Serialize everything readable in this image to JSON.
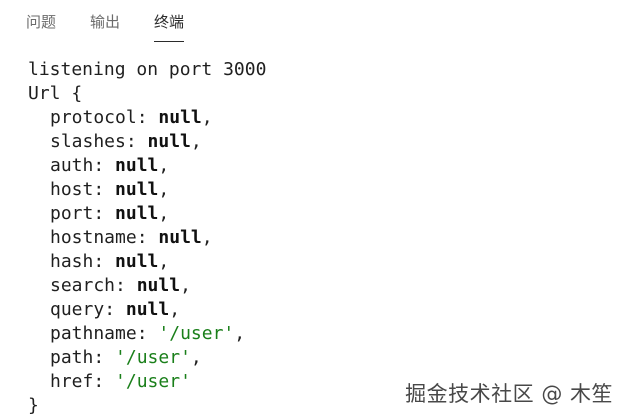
{
  "tabs": [
    {
      "label": "问题",
      "active": false
    },
    {
      "label": "输出",
      "active": false
    },
    {
      "label": "终端",
      "active": true
    }
  ],
  "terminal": {
    "line1": "listening on port 3000",
    "line2": "Url {",
    "fields": [
      {
        "key": "protocol",
        "value": "null",
        "kind": "keyword"
      },
      {
        "key": "slashes",
        "value": "null",
        "kind": "keyword"
      },
      {
        "key": "auth",
        "value": "null",
        "kind": "keyword"
      },
      {
        "key": "host",
        "value": "null",
        "kind": "keyword"
      },
      {
        "key": "port",
        "value": "null",
        "kind": "keyword"
      },
      {
        "key": "hostname",
        "value": "null",
        "kind": "keyword"
      },
      {
        "key": "hash",
        "value": "null",
        "kind": "keyword"
      },
      {
        "key": "search",
        "value": "null",
        "kind": "keyword"
      },
      {
        "key": "query",
        "value": "null",
        "kind": "keyword"
      },
      {
        "key": "pathname",
        "value": "'/user'",
        "kind": "string"
      },
      {
        "key": "path",
        "value": "'/user'",
        "kind": "string"
      },
      {
        "key": "href",
        "value": "'/user'",
        "kind": "string"
      }
    ],
    "closing": "}"
  },
  "watermark": "掘金技术社区 @ 木笙",
  "colors": {
    "string": "#1a7f1a",
    "text": "#1f1f1f",
    "tab_inactive": "#6b6b6b"
  }
}
